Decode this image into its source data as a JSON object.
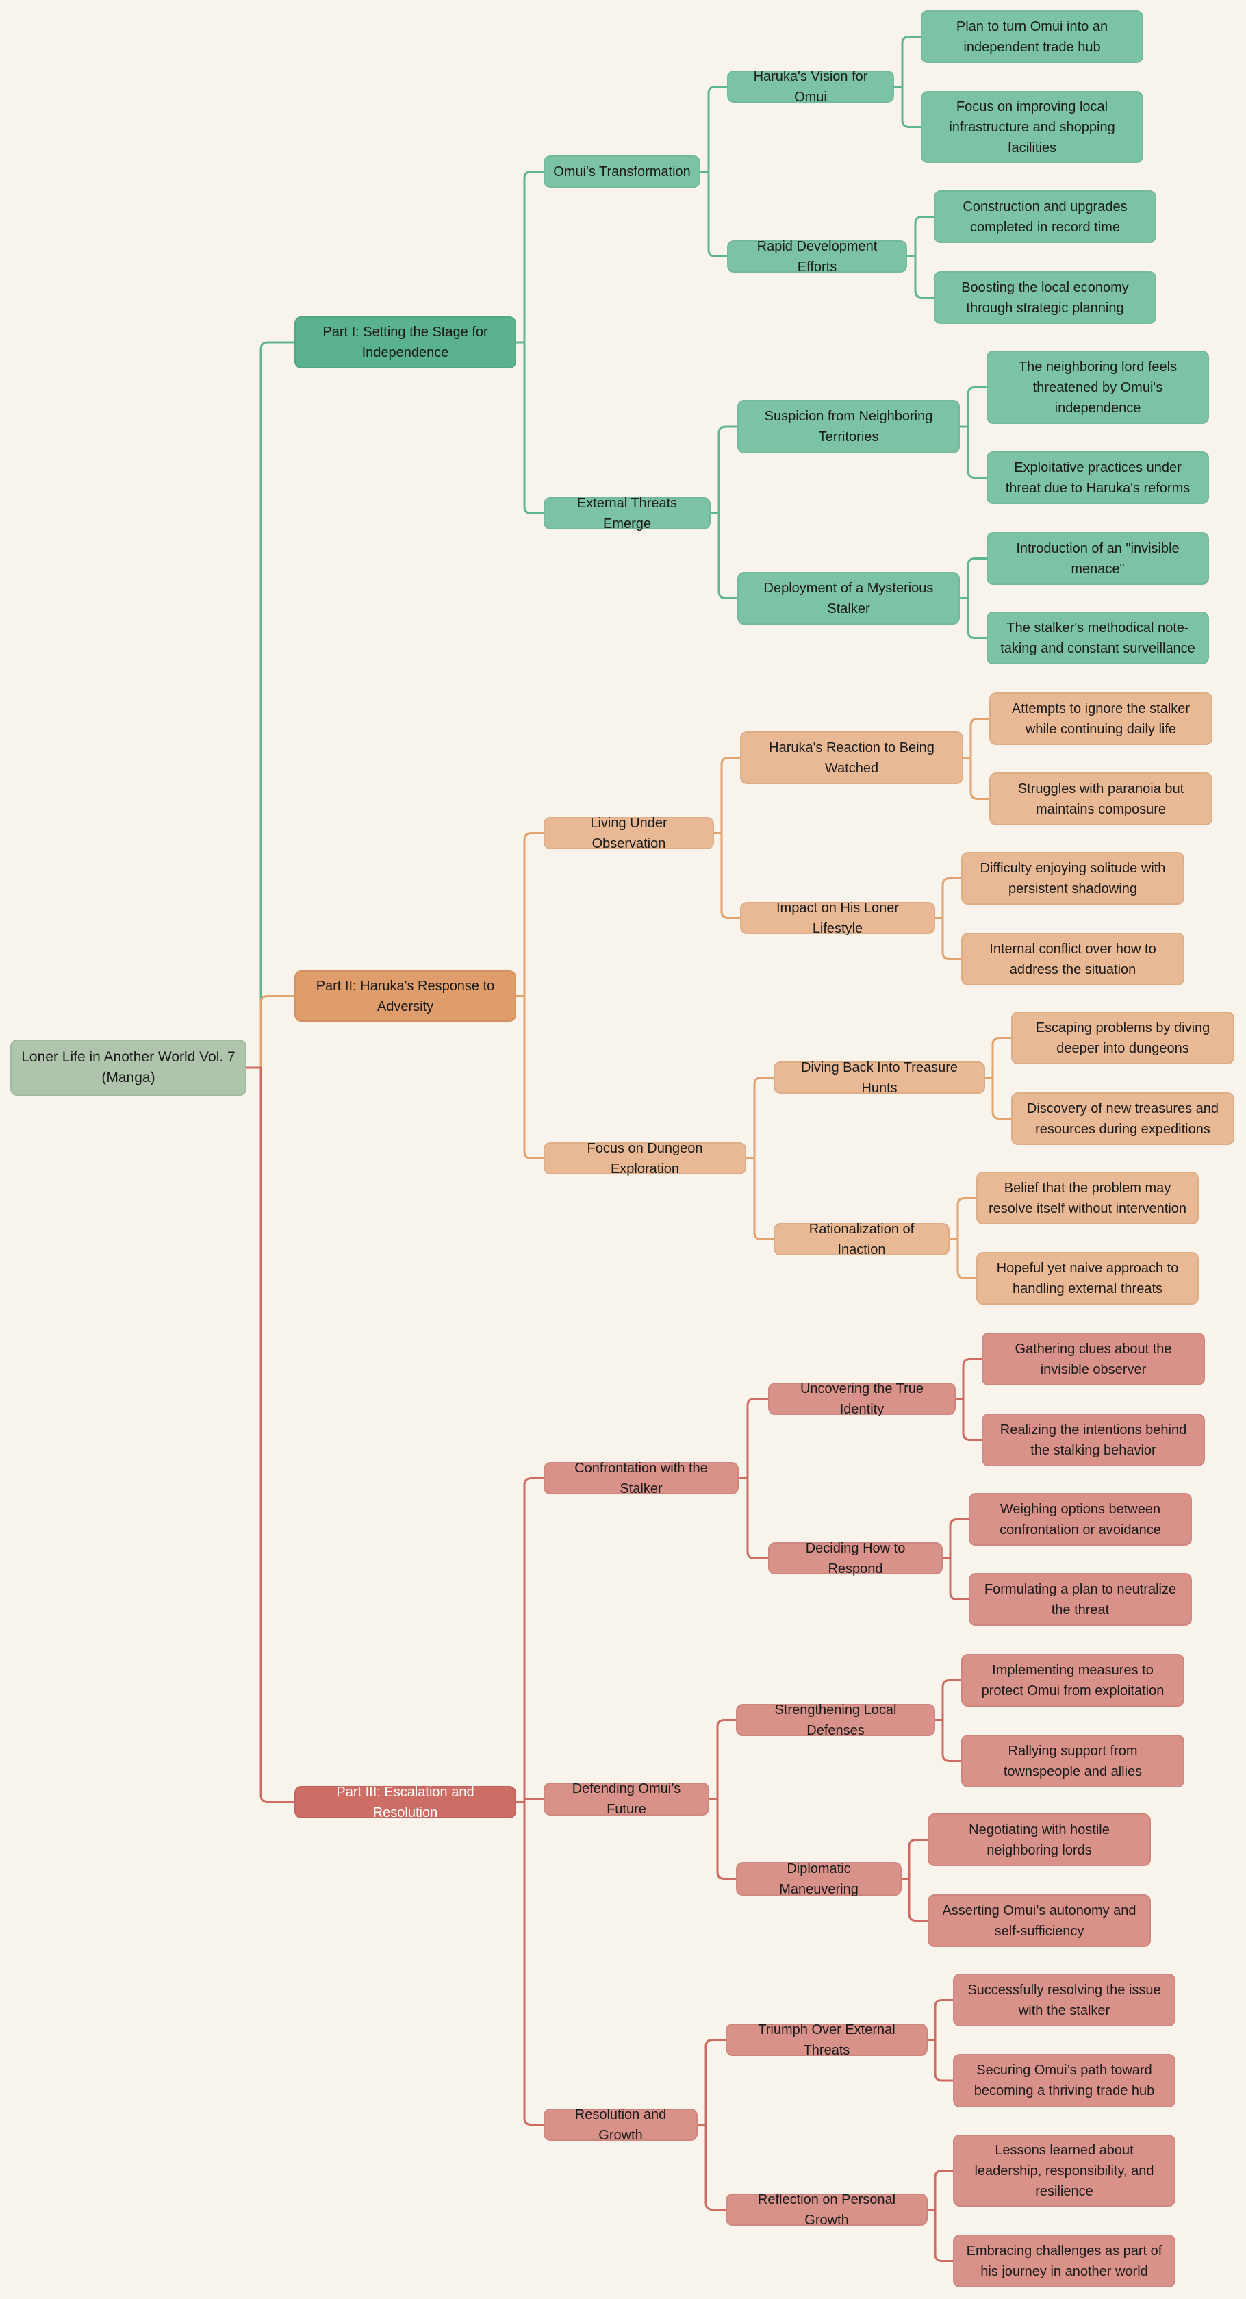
{
  "root": {
    "label": "Loner Life in Another World Vol. 7 (Manga)"
  },
  "colors": {
    "green": "#5bb28f",
    "orange": "#df9d6b",
    "red": "#cc6e66",
    "background": "#f8f4ec"
  },
  "part1": {
    "label": "Part I: Setting the Stage for Independence",
    "a": {
      "label": "Omui's Transformation",
      "a": {
        "label": "Haruka's Vision for Omui",
        "leaves": [
          "Plan to turn Omui into an independent trade hub",
          "Focus on improving local infrastructure and shopping facilities"
        ]
      },
      "b": {
        "label": "Rapid Development Efforts",
        "leaves": [
          "Construction and upgrades completed in record time",
          "Boosting the local economy through strategic planning"
        ]
      }
    },
    "b": {
      "label": "External Threats Emerge",
      "a": {
        "label": "Suspicion from Neighboring Territories",
        "leaves": [
          "The neighboring lord feels threatened by Omui's independence",
          "Exploitative practices under threat due to Haruka's reforms"
        ]
      },
      "b": {
        "label": "Deployment of a Mysterious Stalker",
        "leaves": [
          "Introduction of an \"invisible menace\"",
          "The stalker's methodical note-taking and constant surveillance"
        ]
      }
    }
  },
  "part2": {
    "label": "Part II: Haruka's Response to Adversity",
    "a": {
      "label": "Living Under Observation",
      "a": {
        "label": "Haruka's Reaction to Being Watched",
        "leaves": [
          "Attempts to ignore the stalker while continuing daily life",
          "Struggles with paranoia but maintains composure"
        ]
      },
      "b": {
        "label": "Impact on His Loner Lifestyle",
        "leaves": [
          "Difficulty enjoying solitude with persistent shadowing",
          "Internal conflict over how to address the situation"
        ]
      }
    },
    "b": {
      "label": "Focus on Dungeon Exploration",
      "a": {
        "label": "Diving Back Into Treasure Hunts",
        "leaves": [
          "Escaping problems by diving deeper into dungeons",
          "Discovery of new treasures and resources during expeditions"
        ]
      },
      "b": {
        "label": "Rationalization of Inaction",
        "leaves": [
          "Belief that the problem may resolve itself without intervention",
          "Hopeful yet naive approach to handling external threats"
        ]
      }
    }
  },
  "part3": {
    "label": "Part III: Escalation and Resolution",
    "a": {
      "label": "Confrontation with the Stalker",
      "a": {
        "label": "Uncovering the True Identity",
        "leaves": [
          "Gathering clues about the invisible observer",
          "Realizing the intentions behind the stalking behavior"
        ]
      },
      "b": {
        "label": "Deciding How to Respond",
        "leaves": [
          "Weighing options between confrontation or avoidance",
          "Formulating a plan to neutralize the threat"
        ]
      }
    },
    "b": {
      "label": "Defending Omui’s Future",
      "a": {
        "label": "Strengthening Local Defenses",
        "leaves": [
          "Implementing measures to protect Omui from exploitation",
          "Rallying support from townspeople and allies"
        ]
      },
      "b": {
        "label": "Diplomatic Maneuvering",
        "leaves": [
          "Negotiating with hostile neighboring lords",
          "Asserting Omui’s autonomy and self-sufficiency"
        ]
      }
    },
    "c": {
      "label": "Resolution and Growth",
      "a": {
        "label": "Triumph Over External Threats",
        "leaves": [
          "Successfully resolving the issue with the stalker",
          "Securing Omui’s path toward becoming a thriving trade hub"
        ]
      },
      "b": {
        "label": "Reflection on Personal Growth",
        "leaves": [
          "Lessons learned about leadership, responsibility, and resilience",
          "Embracing challenges as part of his journey in another world"
        ]
      }
    }
  }
}
